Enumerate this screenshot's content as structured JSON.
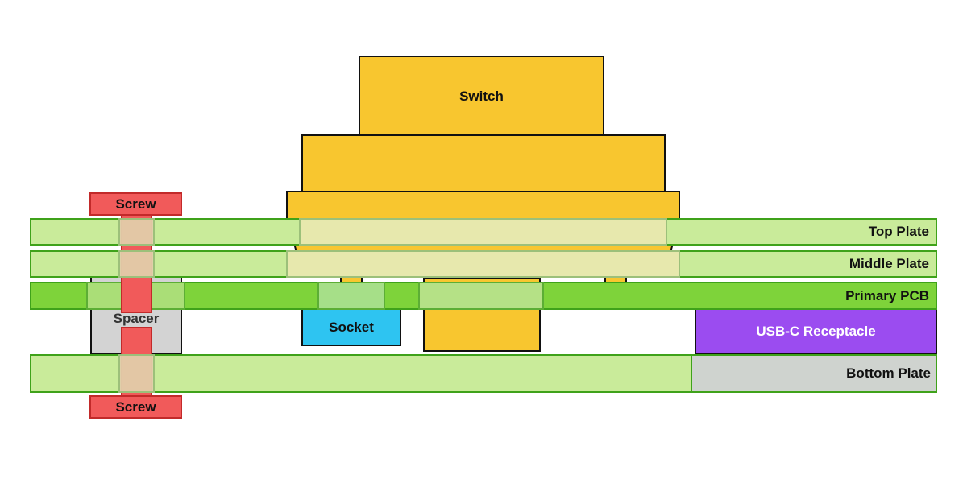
{
  "labels": {
    "switch": "Switch",
    "screw_top": "Screw",
    "screw_bottom": "Screw",
    "top_plate": "Top Plate",
    "middle_plate": "Middle Plate",
    "primary_pcb": "Primary PCB",
    "spacer": "Spacer",
    "socket": "Socket",
    "usbc": "USB-C Receptacle",
    "bottom_plate": "Bottom Plate"
  },
  "colors": {
    "switch": "#f8c62f",
    "plate": "#c9eb9a",
    "pcb": "#7ed33a",
    "plate_border": "#3fa21a",
    "screw": "#f15a5a",
    "spacer": "#d3d3d3",
    "socket": "#2ec4f1",
    "usbc": "#9b4cf0",
    "bottom_overlay": "#cfd3cf"
  }
}
